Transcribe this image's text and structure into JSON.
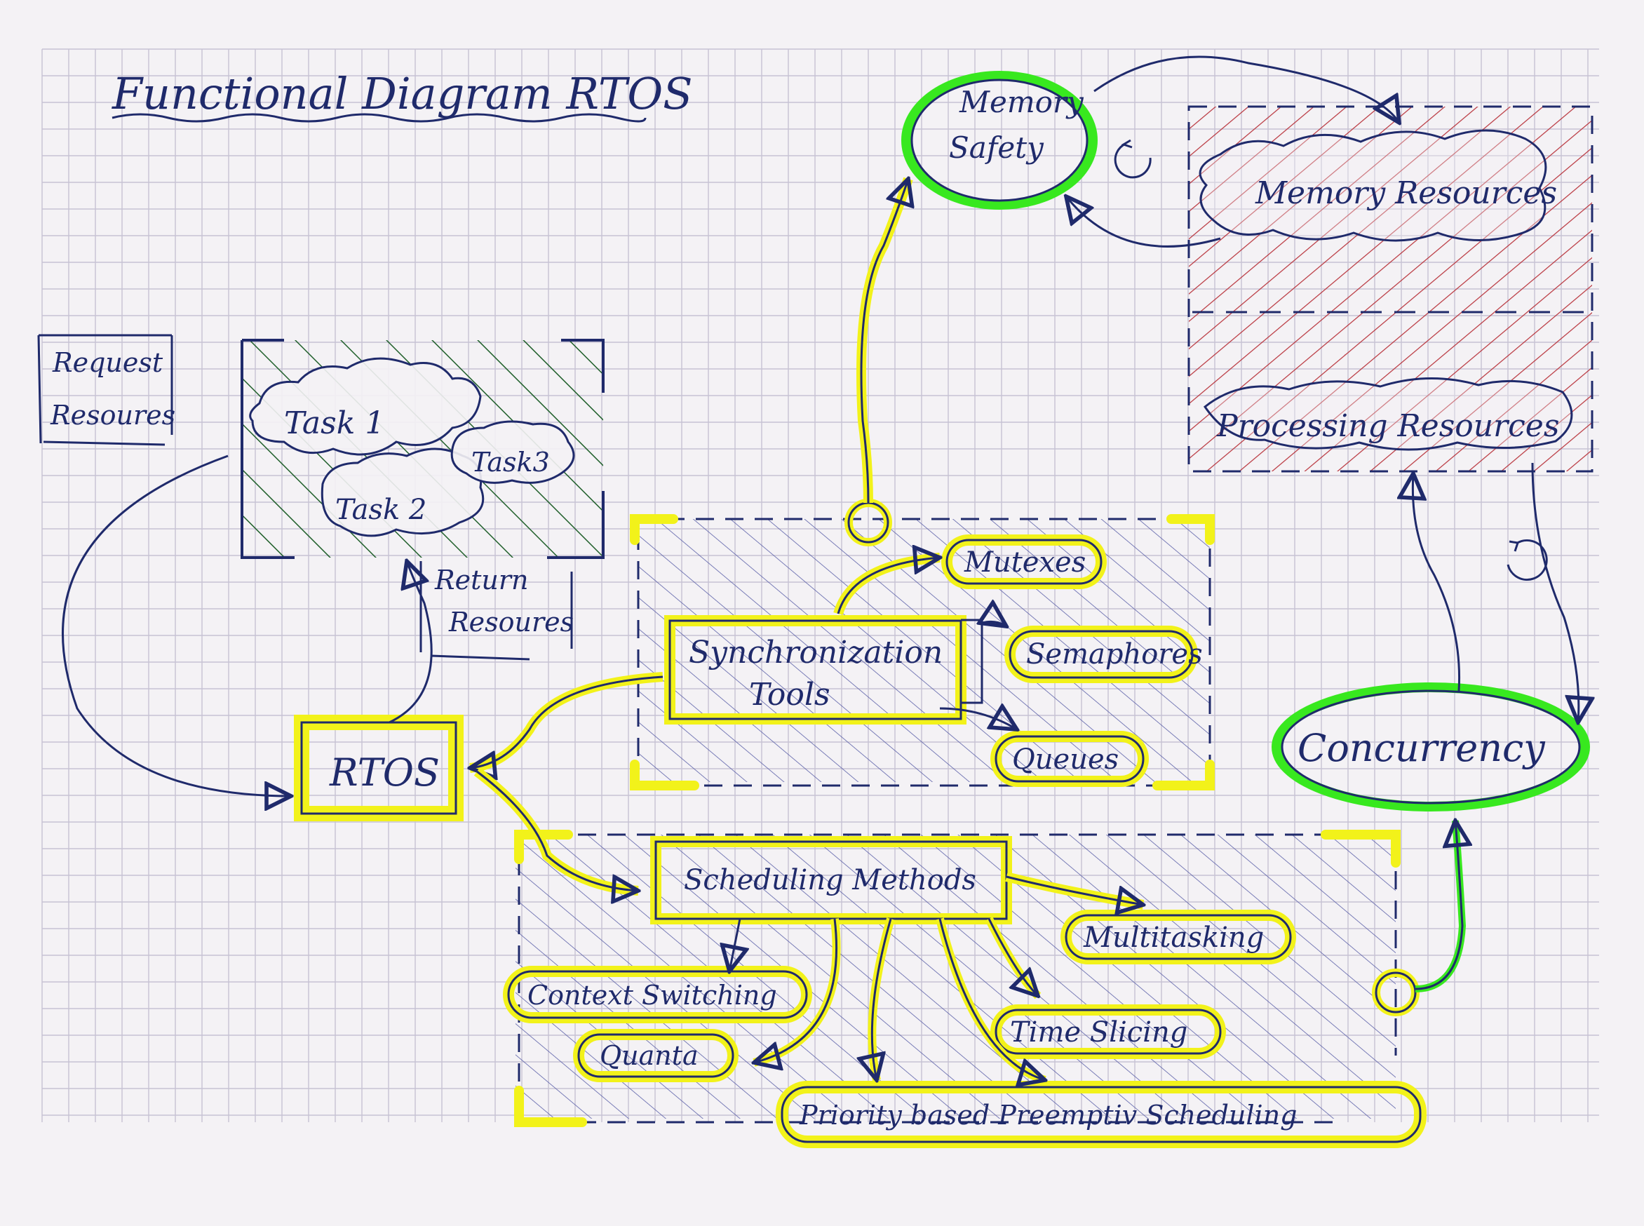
{
  "title": "Functional Diagram RTOS",
  "colors": {
    "ink": "#1f2a6b",
    "highlight": "#f2f21a",
    "green_highlight": "#38e81f",
    "hatch_green": "#1f5f2a",
    "hatch_red": "#b8323a",
    "hatch_blue": "#3a3f8f",
    "grid": "#c7c2d3"
  },
  "nodes": {
    "memory_safety": [
      "Memory",
      "Safety"
    ],
    "memory_resources": "Memory Resources",
    "processing_resources": "Processing Resources",
    "request_resources": [
      "Request",
      "Resoures"
    ],
    "task1": "Task 1",
    "task2": "Task 2",
    "task3": "Task3",
    "return_resources": [
      "Return",
      "Resoures"
    ],
    "rtos": "RTOS",
    "sync_tools": [
      "Synchronization",
      "Tools"
    ],
    "mutexes": "Mutexes",
    "semaphores": "Semaphores",
    "queues": "Queues",
    "concurrency": "Concurrency",
    "scheduling_methods": "Scheduling Methods",
    "multitasking": "Multitasking",
    "context_switching": "Context Switching",
    "quanta": "Quanta",
    "time_slicing": "Time Slicing",
    "priority_preemptive": "Priority based Preemptiv Scheduling"
  }
}
